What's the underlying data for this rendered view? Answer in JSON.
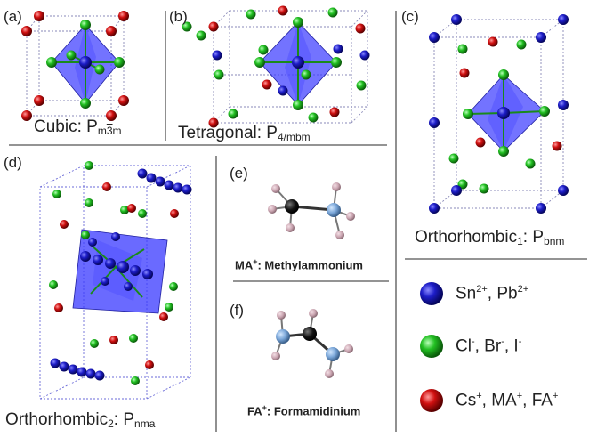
{
  "panels": {
    "a": {
      "letter": "(a)",
      "caption_main": "Cubic: P",
      "caption_sub_pre": "m",
      "caption_sub_bar": "3",
      "caption_sub_post": "m"
    },
    "b": {
      "letter": "(b)",
      "caption_main": "Tetragonal: P",
      "caption_sub": "4/mbm"
    },
    "c": {
      "letter": "(c)",
      "caption_main": "Orthorhombic",
      "caption_index": "1",
      "caption_mid": ": P",
      "caption_sub": "bnm"
    },
    "d": {
      "letter": "(d)",
      "caption_main": "Orthorhombic",
      "caption_index": "2",
      "caption_mid": ": P",
      "caption_sub": "nma"
    },
    "e": {
      "letter": "(e)",
      "ion": "MA",
      "ion_charge": "+",
      "name": ": Methylammonium"
    },
    "f": {
      "letter": "(f)",
      "ion": "FA",
      "ion_charge": "+",
      "name": ": Formamidinium"
    }
  },
  "legend": [
    {
      "color": "#1d1dc8",
      "parts": [
        "Sn",
        "2+",
        ", Pb",
        "2+"
      ]
    },
    {
      "color": "#22c022",
      "parts": [
        "Cl",
        "-",
        ", Br",
        "-",
        ", I",
        "-"
      ]
    },
    {
      "color": "#d01010",
      "parts": [
        "Cs",
        "+",
        ", MA",
        "+",
        ", FA",
        "+"
      ]
    }
  ],
  "colors": {
    "sn_pb": "#1d1dc8",
    "halide": "#22c022",
    "cation": "#d01010",
    "octahedron": "#3838ff"
  }
}
